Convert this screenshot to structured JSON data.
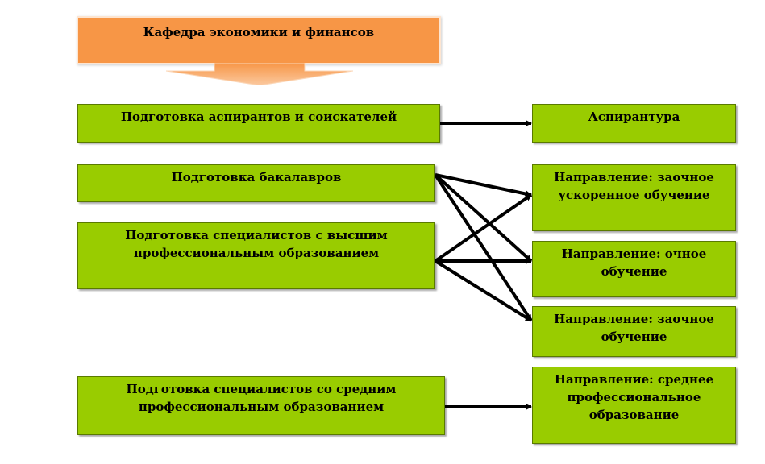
{
  "header": {
    "title": "Кафедра экономики и финансов",
    "color": "#f79646"
  },
  "left_boxes": [
    {
      "id": "aspirants",
      "label": "Подготовка аспирантов и соискателей"
    },
    {
      "id": "bachelors",
      "label": "Подготовка бакалавров"
    },
    {
      "id": "higher",
      "label": "Подготовка специалистов с высшим профессиональным образованием"
    },
    {
      "id": "secondary",
      "label": "Подготовка  специалистов со средним профессиональным образованием"
    }
  ],
  "right_boxes": [
    {
      "id": "aspirantura",
      "label": "Аспирантура"
    },
    {
      "id": "zaoch_usk",
      "label": "Направление: заочное ускоренное обучение"
    },
    {
      "id": "ochnoe",
      "label": "Направление: очное обучение"
    },
    {
      "id": "zaochnoe",
      "label": "Направление: заочное обучение"
    },
    {
      "id": "srednee",
      "label": "Направление: среднее профессиональное образование"
    }
  ],
  "connections": [
    {
      "from": "aspirants",
      "to": "aspirantura"
    },
    {
      "from": "bachelors",
      "to": "zaoch_usk"
    },
    {
      "from": "bachelors",
      "to": "ochnoe"
    },
    {
      "from": "bachelors",
      "to": "zaochnoe"
    },
    {
      "from": "higher",
      "to": "zaoch_usk"
    },
    {
      "from": "higher",
      "to": "ochnoe"
    },
    {
      "from": "higher",
      "to": "zaochnoe"
    },
    {
      "from": "secondary",
      "to": "srednee"
    }
  ],
  "colors": {
    "box_fill": "#99cc00",
    "arrow": "#000000"
  }
}
